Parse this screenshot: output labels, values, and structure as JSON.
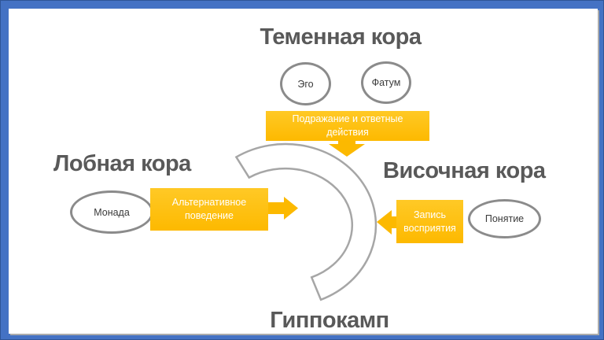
{
  "slide": {
    "headings": {
      "parietal": "Теменная кора",
      "frontal": "Лобная кора",
      "temporal": "Височная кора",
      "hippocampus": "Гиппокамп"
    },
    "concept_ellipses": [
      {
        "id": "ego",
        "label": "Эго"
      },
      {
        "id": "fatum",
        "label": "Фатум"
      },
      {
        "id": "monada",
        "label": "Монада"
      },
      {
        "id": "ponyatie",
        "label": "Понятие"
      }
    ],
    "process_boxes": [
      {
        "id": "imitation",
        "label": "Подражание и ответные действия",
        "arrow_direction": "down"
      },
      {
        "id": "alternative",
        "label": "Альтернативное поведение",
        "arrow_direction": "right"
      },
      {
        "id": "record",
        "label": "Запись восприятия",
        "arrow_direction": "left"
      }
    ],
    "colors": {
      "frame": "#4472C4",
      "frame_edge": "#2F5597",
      "heading_text": "#595959",
      "process_box_fill": "#FFC008",
      "process_box_text": "#FFFFFF",
      "ellipse_stroke": "#8B8B8B",
      "ellipse_text": "#3A3A3A",
      "arc_stroke": "#A6A6A6"
    }
  }
}
